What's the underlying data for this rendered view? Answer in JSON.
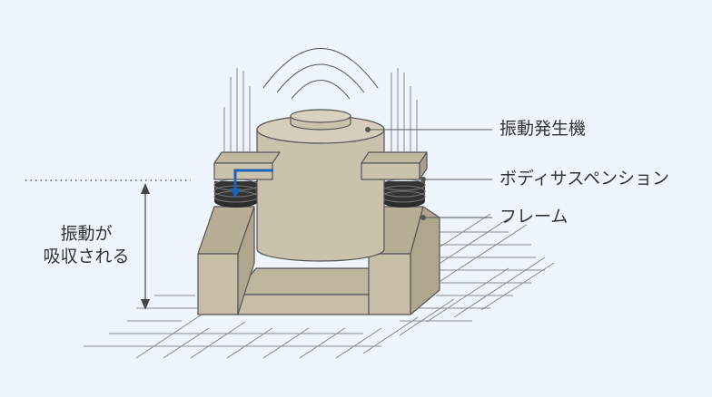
{
  "labels": {
    "vibration_generator": "振動発生機",
    "body_suspension": "ボディサスペンション",
    "frame": "フレーム"
  },
  "absorbed_line1": "振動が",
  "absorbed_line2": "吸収される",
  "colors": {
    "background": "#eef5fd",
    "body_fill": "#cbc2ae",
    "frame_front": "#c8bea8",
    "frame_side": "#b8ae96",
    "outline": "#555555",
    "cushion": "#333333",
    "arrow_blue": "#1a64b8",
    "grid": "#8a8a8a",
    "text": "#333333"
  }
}
